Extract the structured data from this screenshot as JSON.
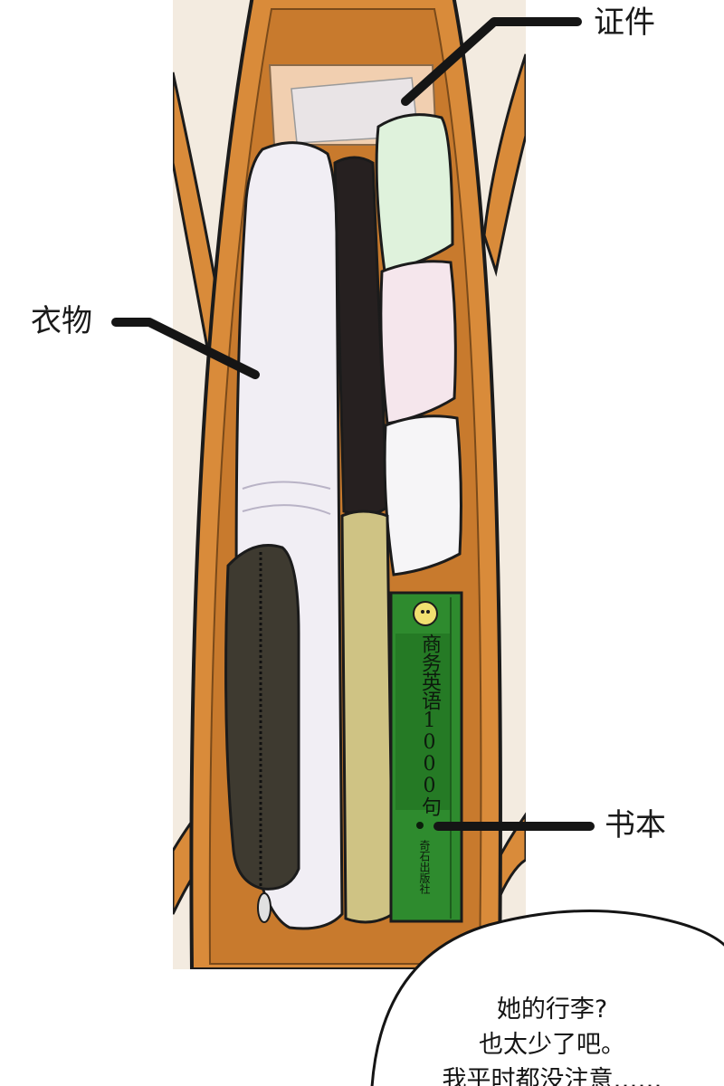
{
  "labels": {
    "documents": "证件",
    "clothes": "衣物",
    "book": "书本"
  },
  "book": {
    "title": "商务英语1000句",
    "publisher": "奇石出版社"
  },
  "bubble": {
    "lines": [
      "她的行李?",
      "也太少了吧。",
      "我平时都没注意……"
    ]
  },
  "colors": {
    "bag": "#d98b3a",
    "bag_inner": "#c97b2e",
    "book_green": "#2e8b2e",
    "book_spine": "#1f6d1f",
    "yellow_pouch": "#cfc384",
    "dark_pouch": "#3e3a30",
    "black_roll": "#262020",
    "mint_roll": "#dff2dc",
    "pink_roll": "#f5e6ec",
    "white_garment": "#f1eef4"
  }
}
